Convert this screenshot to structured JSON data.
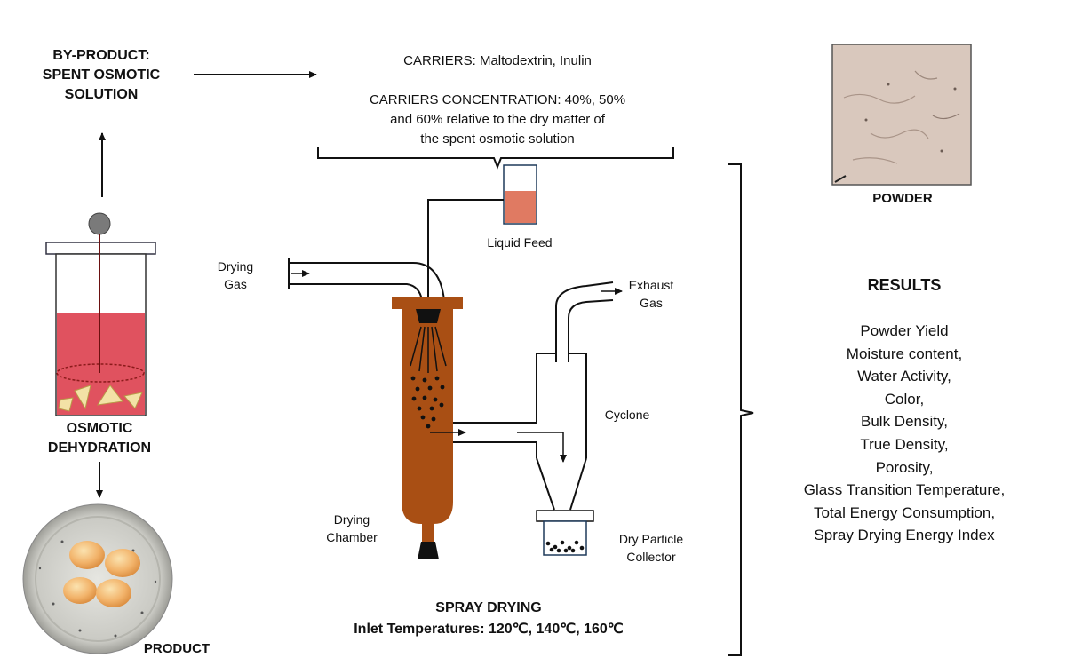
{
  "byproduct": {
    "line1": "BY-PRODUCT:",
    "line2": "SPENT OSMOTIC",
    "line3": "SOLUTION"
  },
  "carriers": {
    "types": "CARRIERS: Maltodextrin, Inulin",
    "conc_line1": "CARRIERS CONCENTRATION: 40%, 50%",
    "conc_line2": "and 60%  relative to the dry matter of",
    "conc_line3": "the spent osmotic solution"
  },
  "osmotic": {
    "line1": "OSMOTIC",
    "line2": "DEHYDRATION"
  },
  "product_label": "PRODUCT",
  "powder_label": "POWDER",
  "spray": {
    "liquid_feed": "Liquid Feed",
    "drying_gas_1": "Drying",
    "drying_gas_2": "Gas",
    "exhaust_1": "Exhaust",
    "exhaust_2": "Gas",
    "cyclone": "Cyclone",
    "chamber_1": "Drying",
    "chamber_2": "Chamber",
    "collector_1": "Dry Particle",
    "collector_2": "Collector",
    "title": "SPRAY DRYING",
    "temps": "Inlet Temperatures: 120℃, 140℃,  160℃"
  },
  "results": {
    "title": "RESULTS",
    "items": [
      "Powder Yield",
      "Moisture content,",
      "Water Activity,",
      "Color,",
      "Bulk Density,",
      "True Density,",
      "Porosity,",
      "Glass Transition Temperature,",
      "Total Energy Consumption,",
      "Spray Drying Energy Index"
    ]
  },
  "colors": {
    "chamber": "#a94f14",
    "solution": "#e0525f",
    "feed_liquid": "#e07a62",
    "fruit": "#f3e2a6",
    "powder": "#d9c8bd"
  }
}
